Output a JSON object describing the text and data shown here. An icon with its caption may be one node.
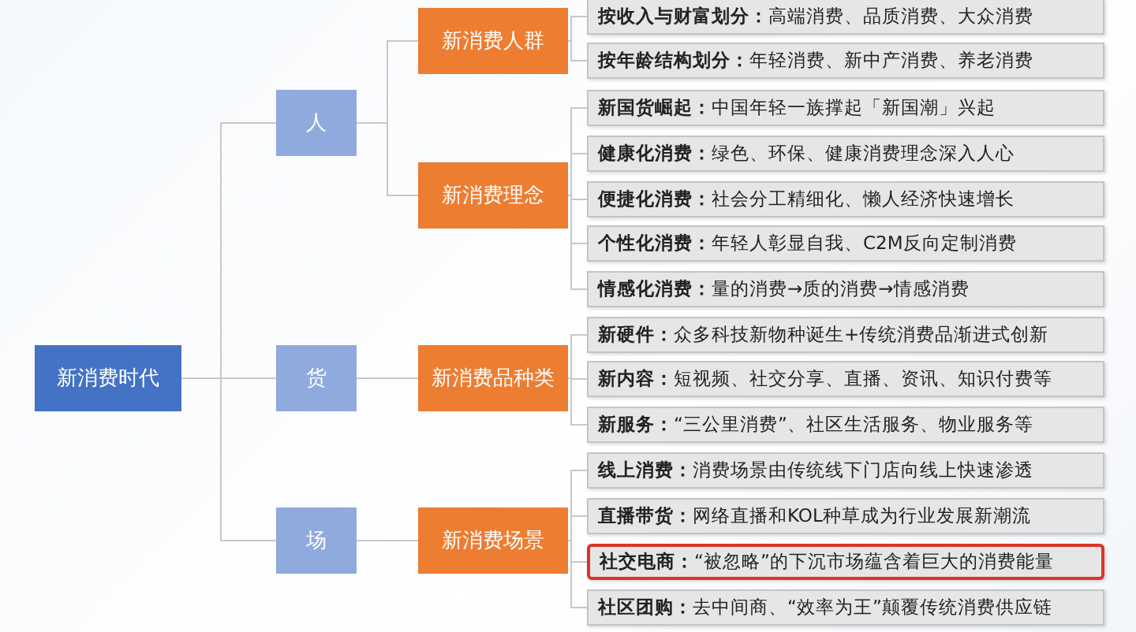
{
  "diagram": {
    "nodes": [
      {
        "text": [
          "新消费时代"
        ]
      },
      {
        "text": [
          "人"
        ]
      },
      {
        "text": [
          "新消费人群"
        ]
      },
      {
        "text": [
          "**按收入与财富划分：**高端消费、品质消费、大众消费"
        ]
      },
      {
        "text": [
          "**按年龄结构划分：**年轻消费、新中产消费、养老消费"
        ]
      },
      {
        "text": [
          "新消费理念"
        ]
      },
      {
        "text": [
          "**新国货崛起：**中国年轻一族撑起「新国潮」兴起"
        ]
      },
      {
        "text": [
          "**健康化消费：**绿色、环保、健康消费理念深入人心"
        ]
      },
      {
        "text": [
          "**便捷化消费：**社会分工精细化、懒人经济快速增长"
        ]
      },
      {
        "text": [
          "**个性化消费：**年轻人彰显自我、C2M反向定制消费"
        ]
      },
      {
        "text": [
          "**情感化消费：**量的消费→质的消费→情感消费"
        ]
      },
      {
        "text": [
          "货"
        ]
      },
      {
        "text": [
          "新消费品种类"
        ]
      },
      {
        "text": [
          "**新硬件：**众多科技新物种诞生+传统消费品渐进式创新"
        ]
      },
      {
        "text": [
          "**新内容：**短视频、社交分享、直播、资讯、知识付费等"
        ]
      },
      {
        "text": [
          "**新服务：**“三公里消费”、社区生活服务、物业服务等"
        ]
      },
      {
        "text": [
          "场"
        ]
      },
      {
        "text": [
          "新消费场景"
        ]
      },
      {
        "text": [
          "**线上消费：**消费场景由传统线下门店向线上快速渗透"
        ]
      },
      {
        "text": [
          "**直播带货：**网络直播和KOL种草成为行业发展新潮流"
        ]
      },
      {
        "text": [
          "**社交电商：**“被忽略”的下沉市场蕴含着巨大的消费能量"
        ]
      },
      {
        "text": [
          "**社区团购：**去中间商、“效率为王”颠覆传统消费供应链"
        ]
      }
    ],
    "edges": [
      {
        "from": 0,
        "to": 1,
        "arrow": "none"
      },
      {
        "from": 0,
        "to": 11,
        "arrow": "none"
      },
      {
        "from": 0,
        "to": 16,
        "arrow": "none"
      },
      {
        "from": 1,
        "to": 2,
        "arrow": "none"
      },
      {
        "from": 1,
        "to": 5,
        "arrow": "none"
      },
      {
        "from": 2,
        "to": 3,
        "arrow": "none"
      },
      {
        "from": 2,
        "to": 4,
        "arrow": "none"
      },
      {
        "from": 5,
        "to": 6,
        "arrow": "none"
      },
      {
        "from": 5,
        "to": 7,
        "arrow": "none"
      },
      {
        "from": 5,
        "to": 8,
        "arrow": "none"
      },
      {
        "from": 5,
        "to": 9,
        "arrow": "none"
      },
      {
        "from": 5,
        "to": 10,
        "arrow": "none"
      },
      {
        "from": 11,
        "to": 12,
        "arrow": "none"
      },
      {
        "from": 12,
        "to": 13,
        "arrow": "none"
      },
      {
        "from": 12,
        "to": 14,
        "arrow": "none"
      },
      {
        "from": 12,
        "to": 15,
        "arrow": "none"
      },
      {
        "from": 16,
        "to": 17,
        "arrow": "none"
      },
      {
        "from": 17,
        "to": 18,
        "arrow": "none"
      },
      {
        "from": 17,
        "to": 19,
        "arrow": "none"
      },
      {
        "from": 17,
        "to": 20,
        "arrow": "none"
      },
      {
        "from": 17,
        "to": 21,
        "arrow": "none"
      }
    ]
  }
}
